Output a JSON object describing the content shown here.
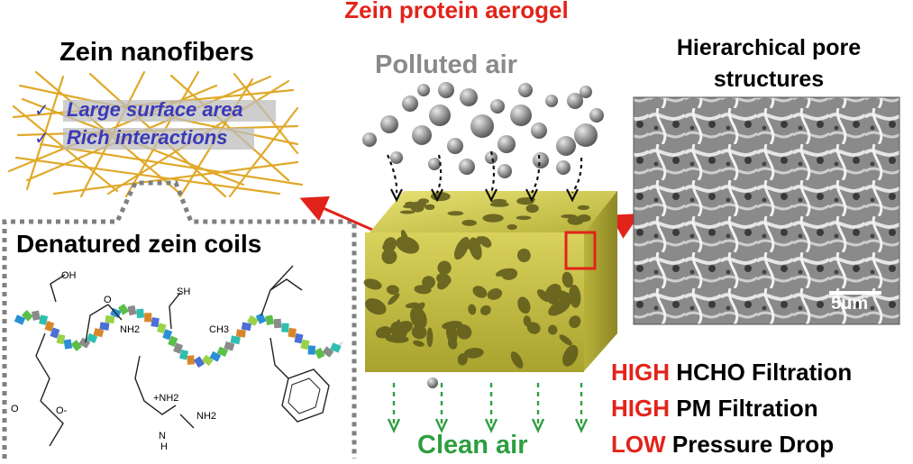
{
  "title": "Zein protein aerogel",
  "labels": {
    "nanofibers": "Zein nanofibers",
    "pore_structures_line1": "Hierarchical pore",
    "pore_structures_line2": "structures",
    "polluted_air": "Polluted air",
    "clean_air": "Clean air",
    "denatured_coils": "Denatured zein coils",
    "scale_bar": "5μm"
  },
  "features": [
    {
      "check": "✓",
      "text": "Large surface area"
    },
    {
      "check": "✓",
      "text": "Rich interactions"
    }
  ],
  "performance": [
    {
      "level": "HIGH",
      "metric": "HCHO Filtration"
    },
    {
      "level": "HIGH",
      "metric": "PM Filtration"
    },
    {
      "level": "LOW",
      "metric": "Pressure Drop"
    }
  ],
  "molecule_labels": [
    "OH",
    "O",
    "NH2",
    "SH",
    "CH3",
    "O",
    "O-",
    "+NH2",
    "NH2",
    "N",
    "H"
  ],
  "colors": {
    "title_red": "#e2231a",
    "arrow_red": "#e2231a",
    "fiber_gold": "#e0a92a",
    "feature_blue": "#3a3ab8",
    "clean_green": "#2e9e3f",
    "polluted_gray": "#8a8a8a",
    "aerogel_yellow": "#d4cf5a"
  }
}
